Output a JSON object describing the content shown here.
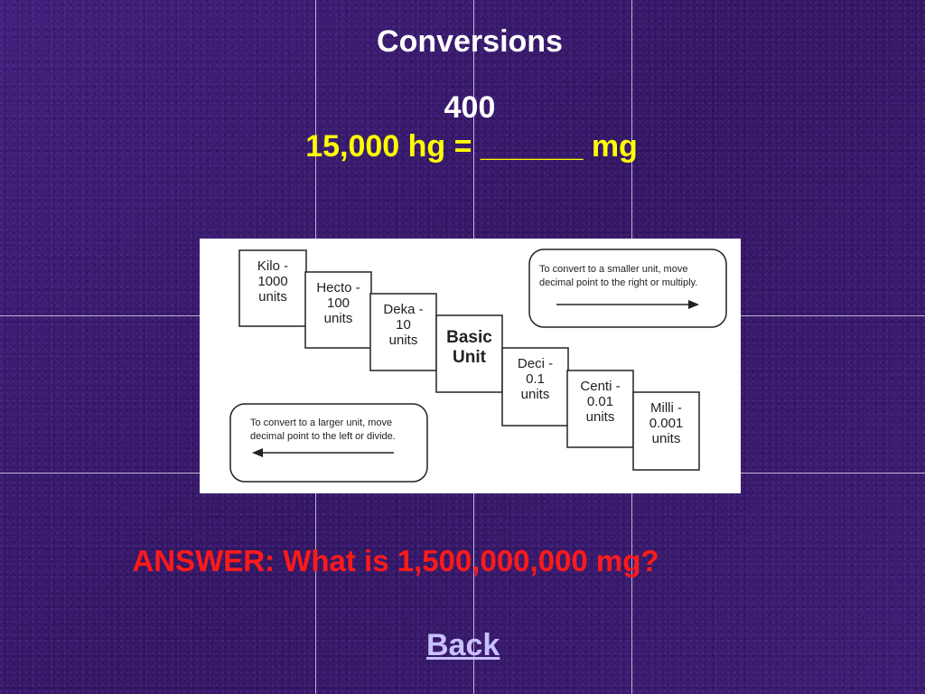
{
  "slide": {
    "category": "Conversions",
    "points": "400",
    "question": "15,000 hg = ______ mg",
    "answer": "ANSWER: What is 1,500,000,000 mg?",
    "back_label": "Back",
    "colors": {
      "title": "#ffffff",
      "question": "#ffff00",
      "answer": "#ff1a1a",
      "link": "#c8c0ff",
      "background": "#3a1a66"
    }
  },
  "diagram": {
    "units": [
      {
        "lines": [
          "Kilo -",
          "1000",
          "units"
        ]
      },
      {
        "lines": [
          "Hecto -",
          "100",
          "units"
        ]
      },
      {
        "lines": [
          "Deka -",
          "10",
          "units"
        ]
      },
      {
        "lines": [
          "Basic",
          "Unit"
        ]
      },
      {
        "lines": [
          "Deci -",
          "0.1",
          "units"
        ]
      },
      {
        "lines": [
          "Centi -",
          "0.01",
          "units"
        ]
      },
      {
        "lines": [
          "Milli -",
          "0.001",
          "units"
        ]
      }
    ],
    "smaller_note": [
      "To convert to a smaller unit, move",
      "decimal  point to the right or multiply."
    ],
    "larger_note": [
      "To convert to a larger unit, move",
      "decimal  point to the left or divide."
    ],
    "arrow_right_icon": "arrow-right-icon",
    "arrow_left_icon": "arrow-left-icon"
  }
}
